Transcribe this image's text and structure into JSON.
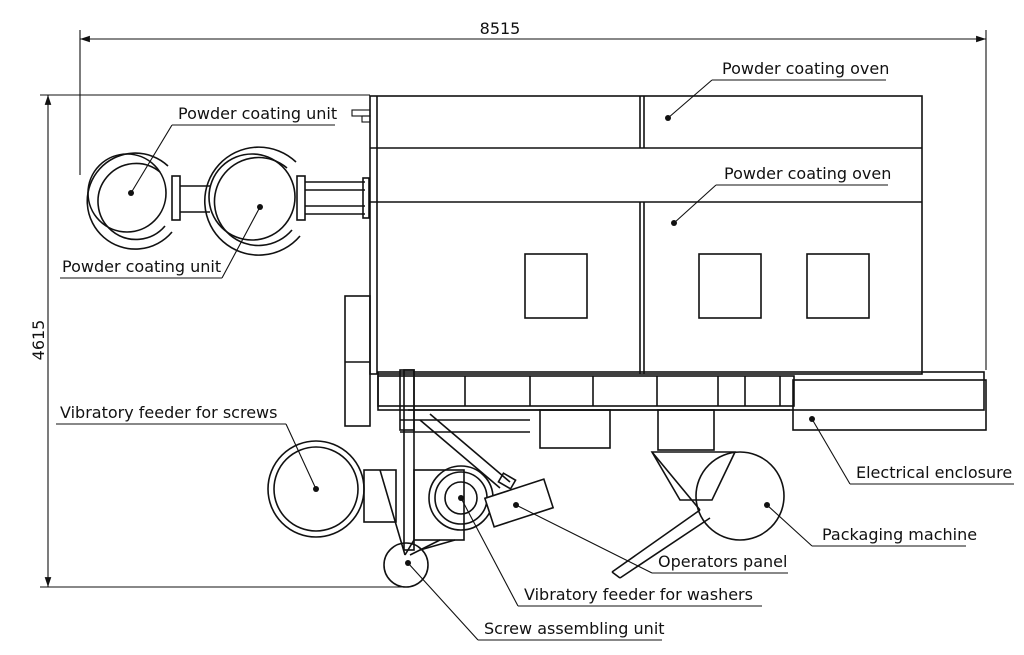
{
  "dimensions": {
    "width": "8515",
    "height": "4615"
  },
  "labels": {
    "oven_top": "Powder coating oven",
    "oven_mid": "Powder coating oven",
    "unit_top": "Powder coating unit",
    "unit_bottom": "Powder coating unit",
    "feeder_screws": "Vibratory feeder for screws",
    "electrical": "Electrical enclosure",
    "packaging": "Packaging machine",
    "operators": "Operators panel",
    "feeder_washers": "Vibratory feeder for washers",
    "screw_assembling": "Screw assembling unit"
  }
}
